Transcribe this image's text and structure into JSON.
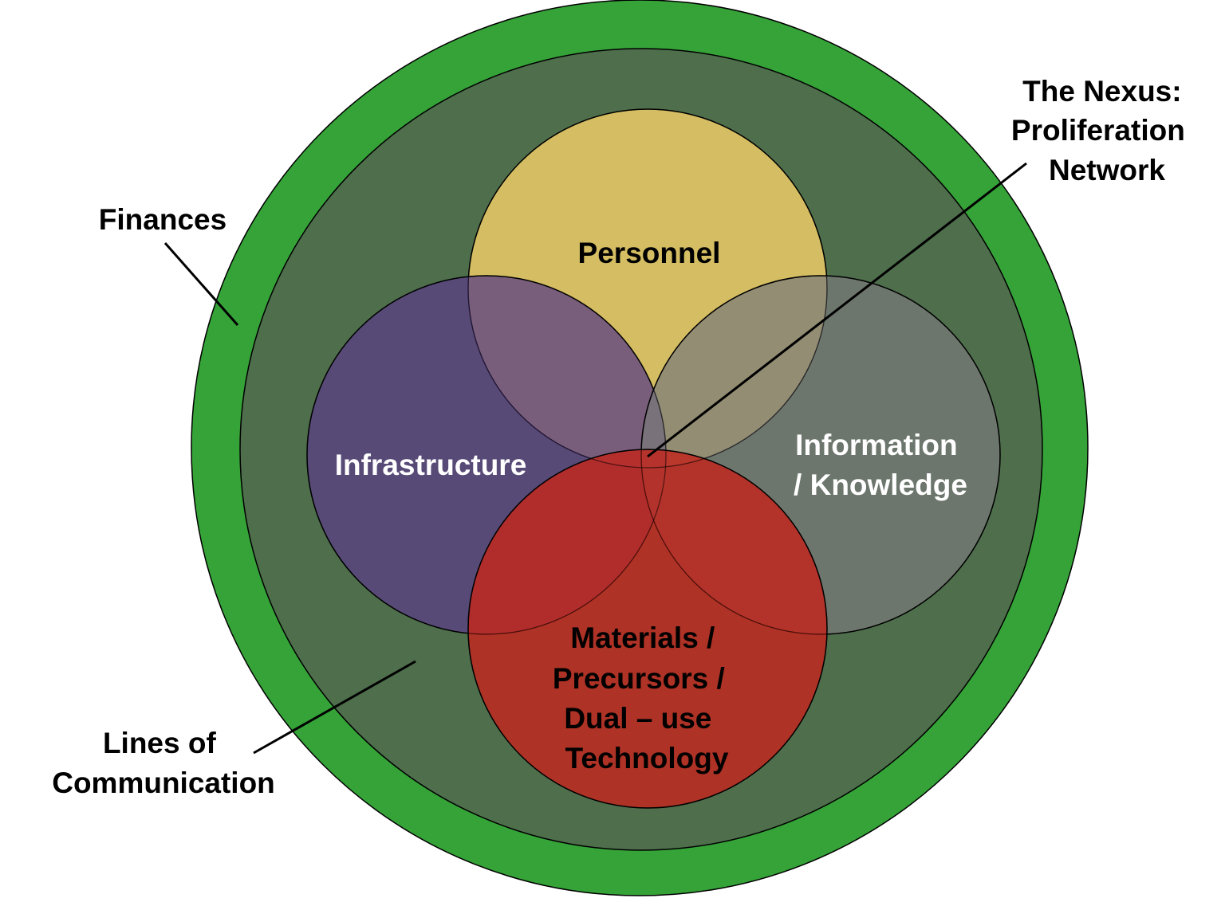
{
  "diagram": {
    "outer_ring_label": "Finances",
    "inner_disc_label": [
      "Lines of",
      "Communication"
    ],
    "center_label": [
      "The Nexus:",
      "Proliferation",
      "Network"
    ],
    "circles": {
      "personnel": {
        "label": [
          "Personnel"
        ],
        "color": "#e3c565"
      },
      "infrastructure": {
        "label": [
          "Infrastructure"
        ],
        "color": "#5b3f86"
      },
      "information": {
        "label": [
          "Information",
          "/ Knowledge"
        ],
        "color": "#7a7a7a"
      },
      "materials": {
        "label": [
          "Materials /",
          "Precursors /",
          "Dual – use",
          "Technology"
        ],
        "color": "#c0281e"
      }
    },
    "colors": {
      "outer_ring": "#35a338",
      "inner_disc": "#4e6e4c"
    }
  }
}
